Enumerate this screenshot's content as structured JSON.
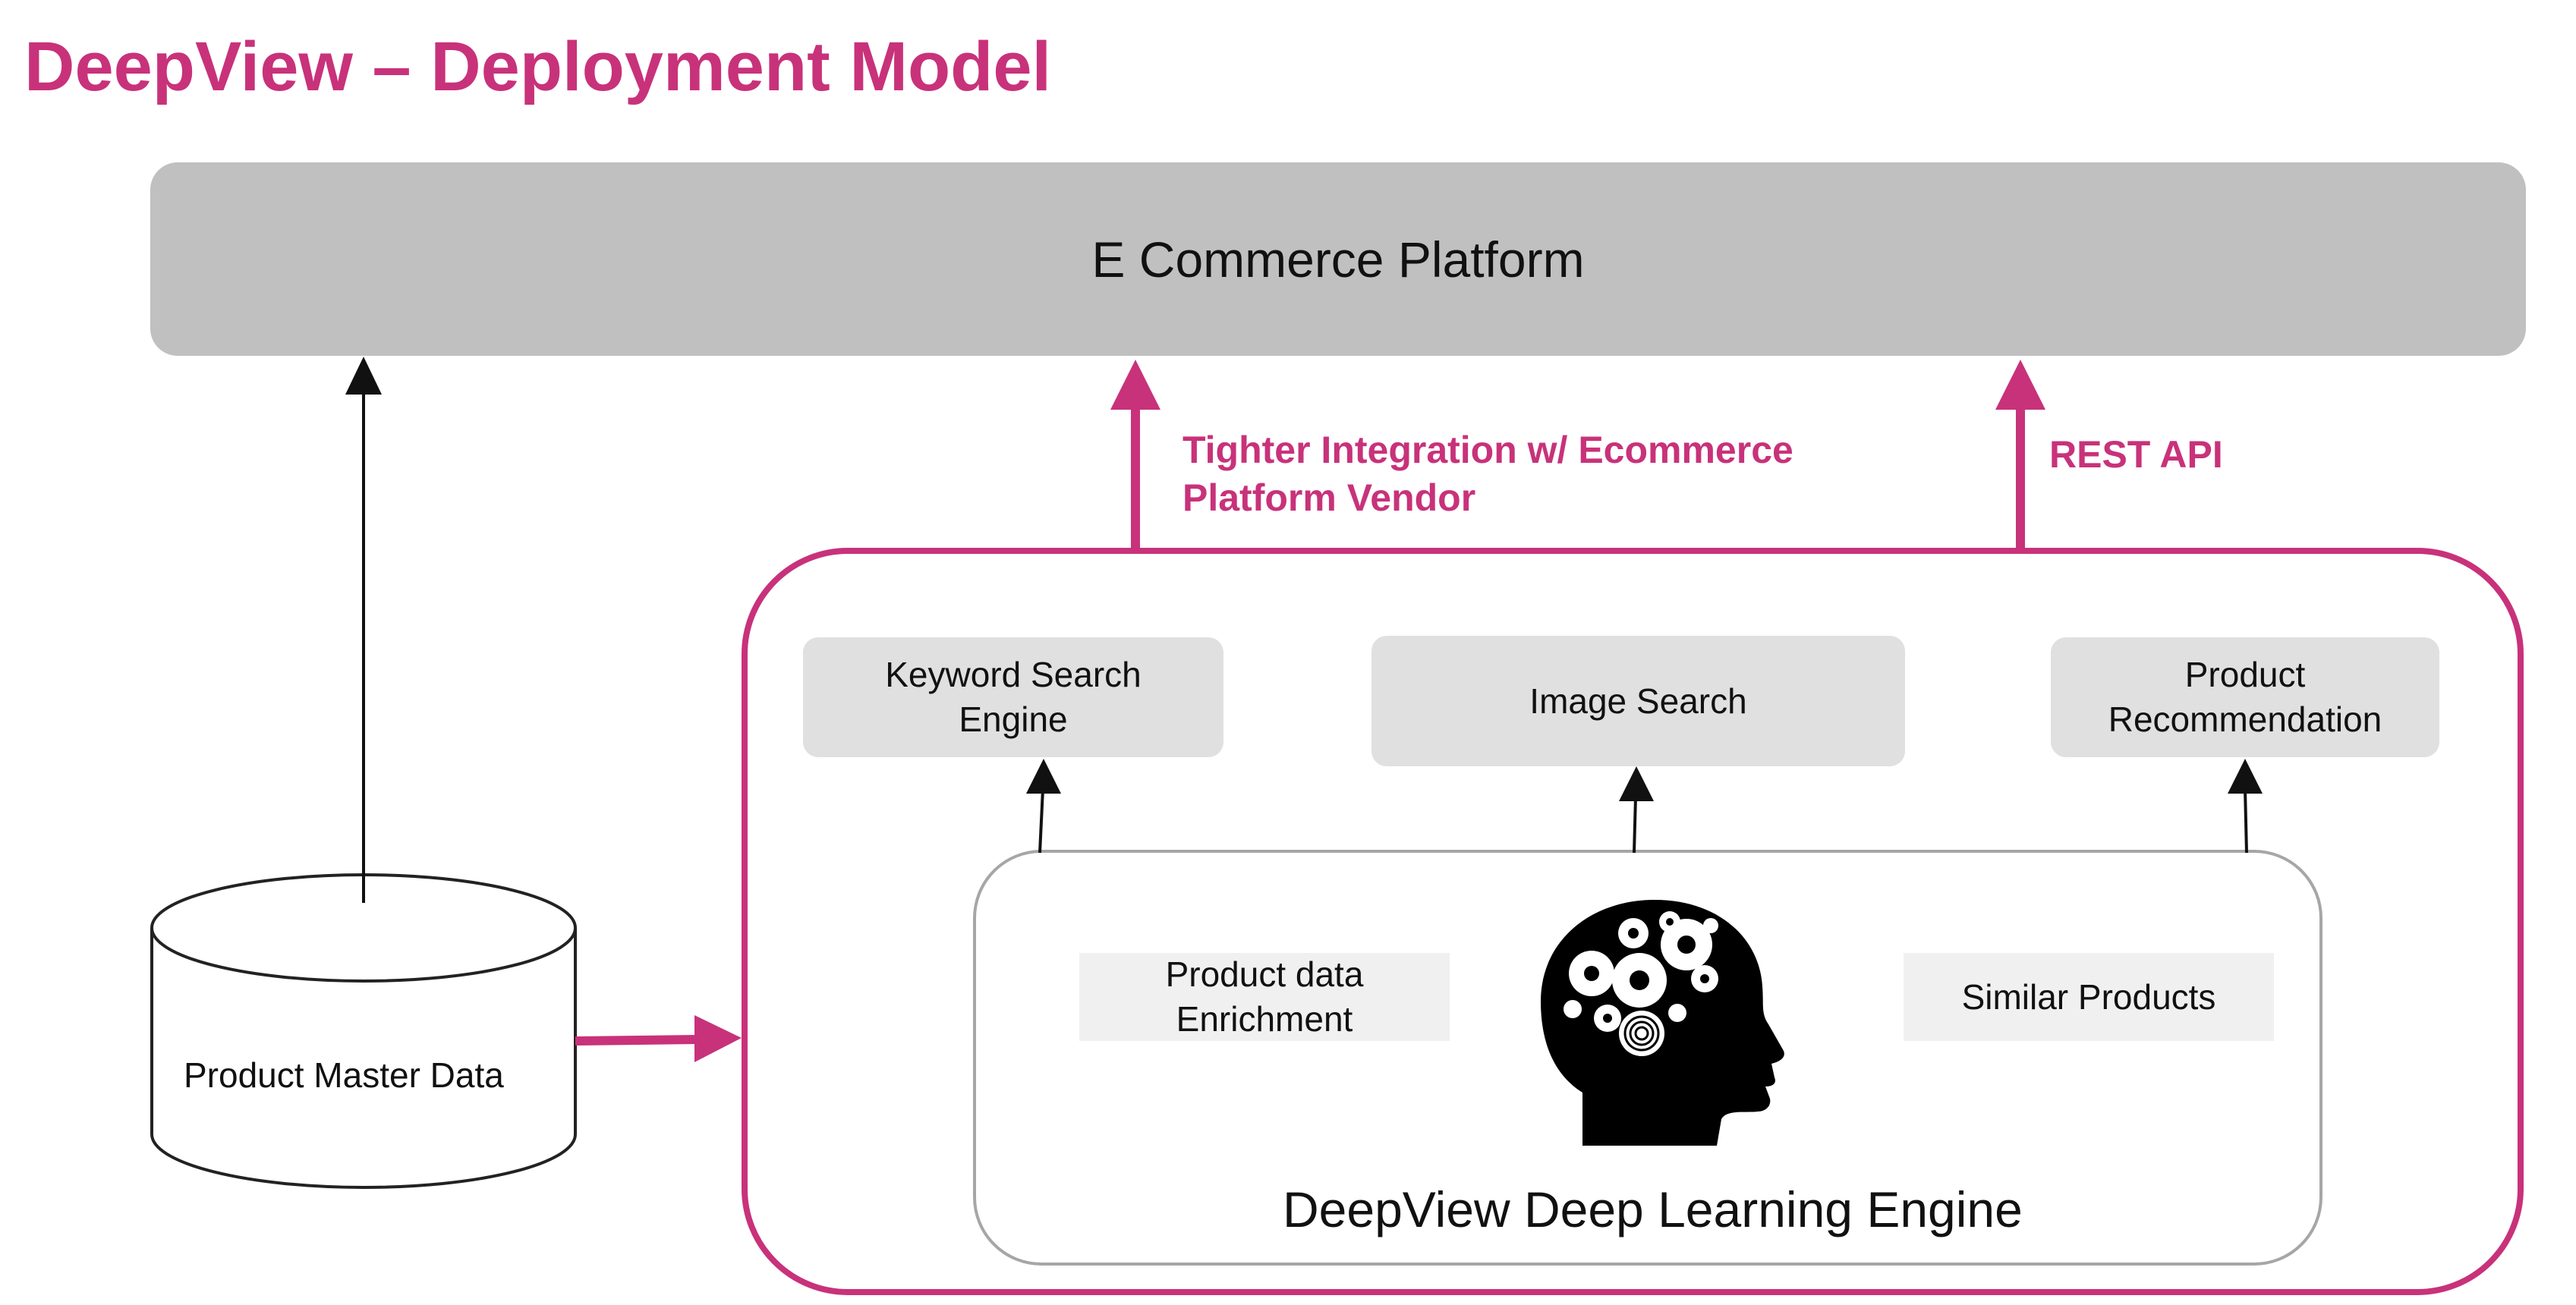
{
  "title": "DeepView – Deployment Model",
  "platform": {
    "label": "E Commerce Platform"
  },
  "integration_labels": {
    "tighter_line1": "Tighter Integration w/ Ecommerce",
    "tighter_line2": "Platform Vendor",
    "rest_api": "REST API"
  },
  "modules": {
    "keyword_line1": "Keyword Search",
    "keyword_line2": "Engine",
    "image_search": "Image Search",
    "recommend_line1": "Product",
    "recommend_line2": "Recommendation"
  },
  "engine": {
    "label": "DeepView Deep Learning Engine",
    "enrich_line1": "Product data",
    "enrich_line2": "Enrichment",
    "similar": "Similar Products"
  },
  "datastore": {
    "label": "Product Master Data"
  },
  "colors": {
    "accent": "#c8327a",
    "platform_gray": "#c0c0c0",
    "module_gray": "#e0e0e0",
    "inner_gray": "#f0f0f0"
  },
  "icons": [
    "brain-gears-head-icon",
    "database-cylinder-icon"
  ]
}
